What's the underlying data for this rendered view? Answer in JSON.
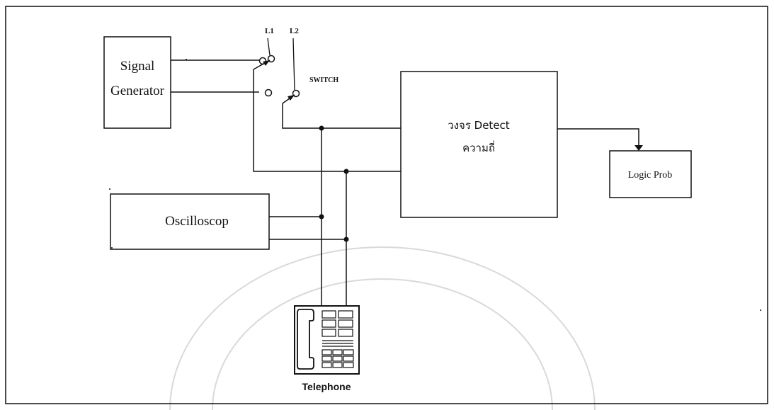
{
  "blocks": {
    "signal_generator": {
      "line1": "Signal",
      "line2": "Generator"
    },
    "oscilloscope": {
      "label": "Oscilloscop"
    },
    "detector": {
      "line1": "วงจร Detect",
      "line2": "ความถี่"
    },
    "logic_probe": {
      "label": "Logic Prob"
    },
    "telephone": {
      "label": "Telephone"
    }
  },
  "switch": {
    "l1": "L1",
    "l2": "L2",
    "label": "SWITCH"
  },
  "colors": {
    "ink": "#111111",
    "paper": "#ffffff",
    "watermark": "#d9d9d9"
  }
}
